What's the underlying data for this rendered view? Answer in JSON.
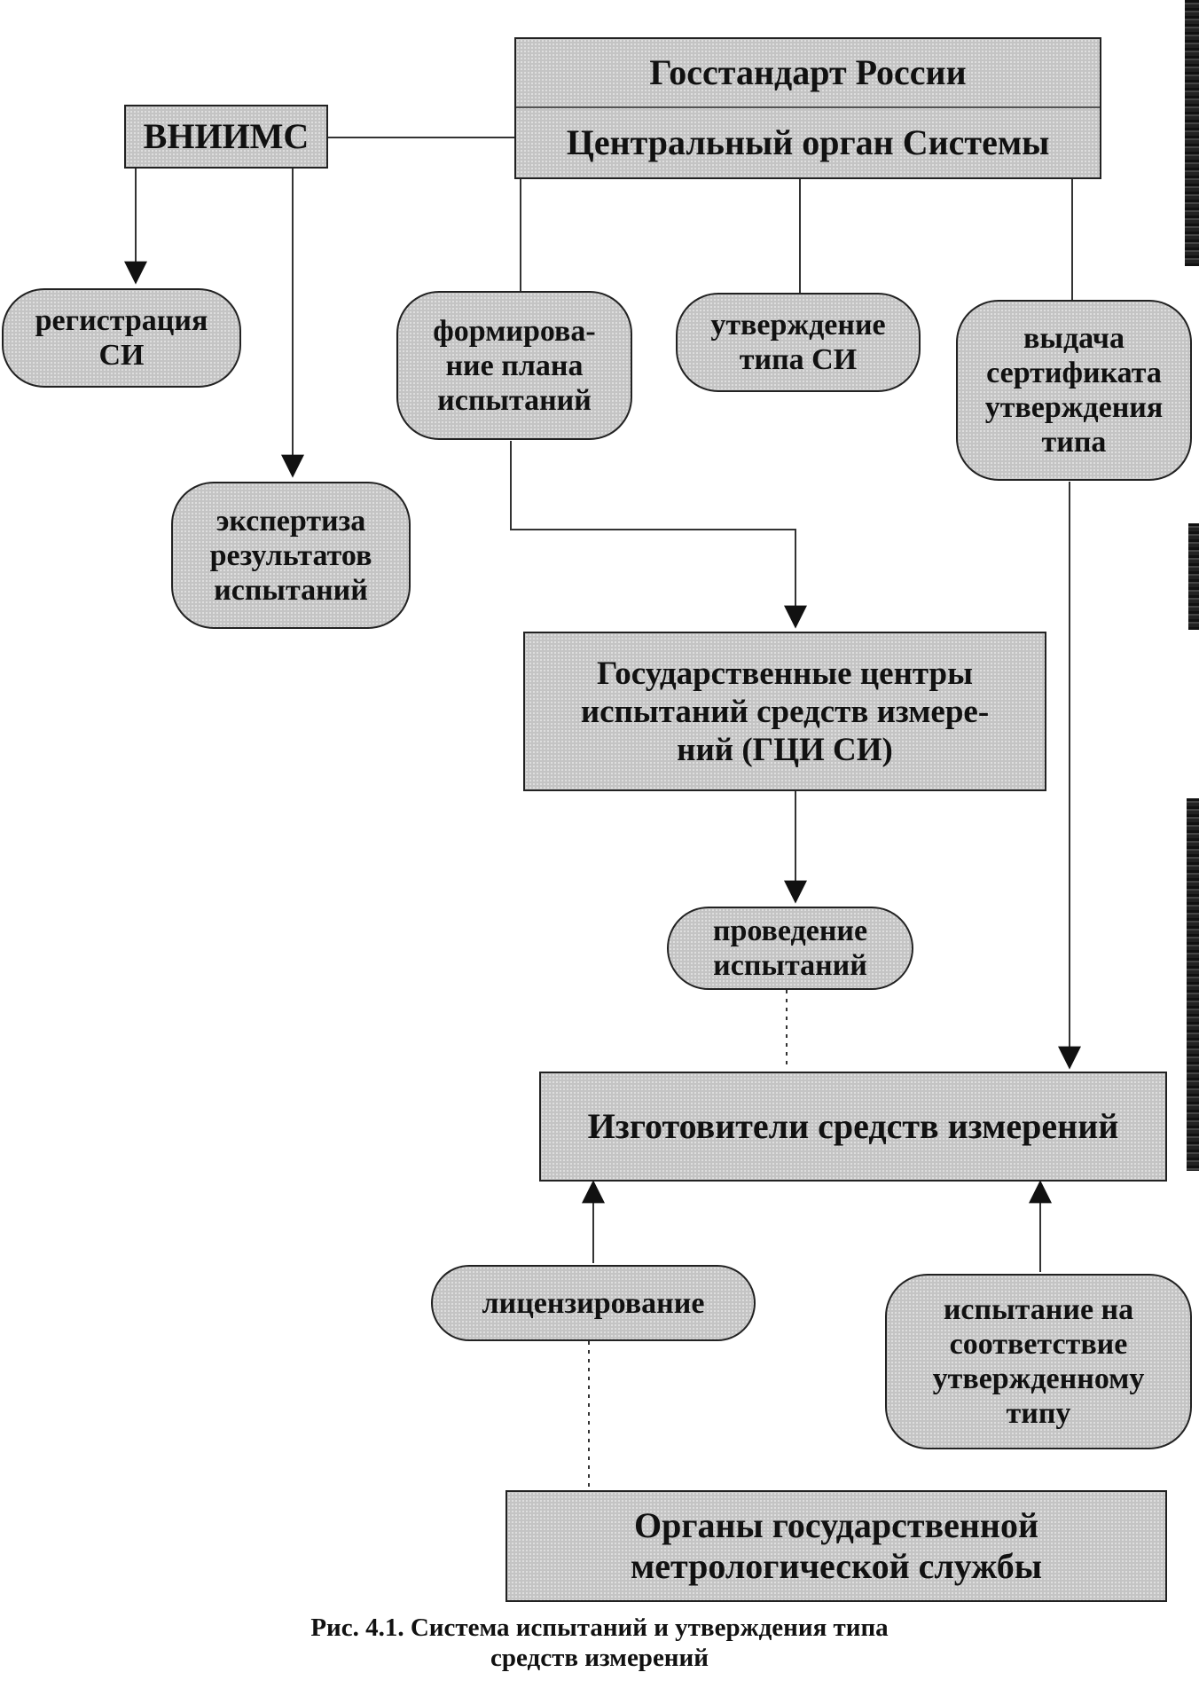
{
  "diagram": {
    "gosstandart": {
      "title": "Госстандарт России",
      "subtitle": "Центральный орган Системы"
    },
    "vniims": "ВНИИМС",
    "registration": "регистрация\nСИ",
    "test_plan": "формирова-\nние плана\nиспытаний",
    "type_approval": "утверждение\nтипа СИ",
    "certificate_issue": "выдача\nсертификата\nутверждения\nтипа",
    "expertise": "экспертиза\nрезультатов\nиспытаний",
    "gci_si": "Государственные центры\nиспытаний средств измере-\nний (ГЦИ СИ)",
    "conducting_tests": "проведение\nиспытаний",
    "manufacturers": "Изготовители средств измерений",
    "licensing": "лицензирование",
    "conformity_test": "испытание на\nсоответствие\nутвержденному\nтипу",
    "state_service": "Органы государственной\nметрологической службы"
  },
  "caption": {
    "line1": "Рис. 4.1. Система испытаний и утверждения типа",
    "line2": "средств измерений"
  }
}
